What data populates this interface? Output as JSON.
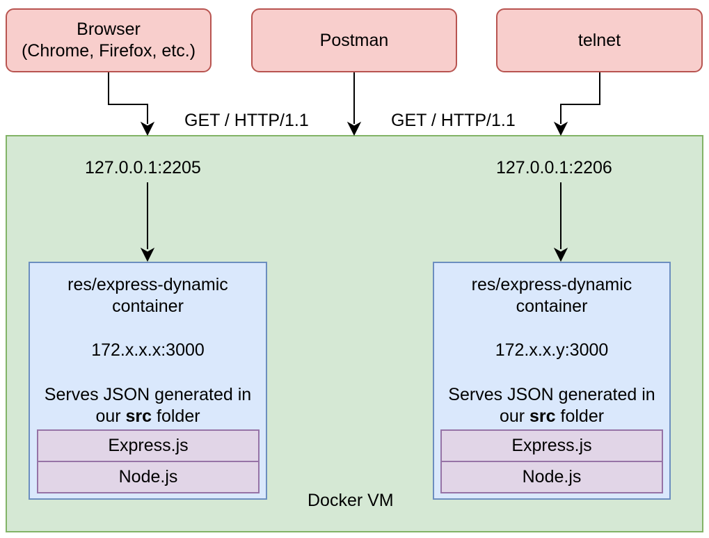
{
  "clients": {
    "browser": {
      "line1": "Browser",
      "line2": "(Chrome, Firefox, etc.)"
    },
    "postman": {
      "label": "Postman"
    },
    "telnet": {
      "label": "telnet"
    }
  },
  "requests": {
    "left": "GET / HTTP/1.1",
    "right": "GET / HTTP/1.1"
  },
  "vm": {
    "label": "Docker VM"
  },
  "ports": {
    "left": "127.0.0.1:2205",
    "right": "127.0.0.1:2206"
  },
  "containers": [
    {
      "name_line1": "res/express-dynamic",
      "name_line2": "container",
      "ip": "172.x.x.x:3000",
      "desc_line1": "Serves JSON generated in",
      "desc_pre": "our ",
      "desc_bold": "src",
      "desc_post": " folder",
      "layers": [
        "Express.js",
        "Node.js"
      ]
    },
    {
      "name_line1": "res/express-dynamic",
      "name_line2": "container",
      "ip": "172.x.x.y:3000",
      "desc_line1": "Serves JSON generated in",
      "desc_pre": "our ",
      "desc_bold": "src",
      "desc_post": " folder",
      "layers": [
        "Express.js",
        "Node.js"
      ]
    }
  ],
  "colors": {
    "client_fill": "#f8cecc",
    "client_stroke": "#b85450",
    "vm_fill": "#d5e8d4",
    "vm_stroke": "#82b366",
    "container_fill": "#dae8fc",
    "container_stroke": "#6c8ebf",
    "layer_fill": "#e1d5e7",
    "layer_stroke": "#9673a6"
  }
}
